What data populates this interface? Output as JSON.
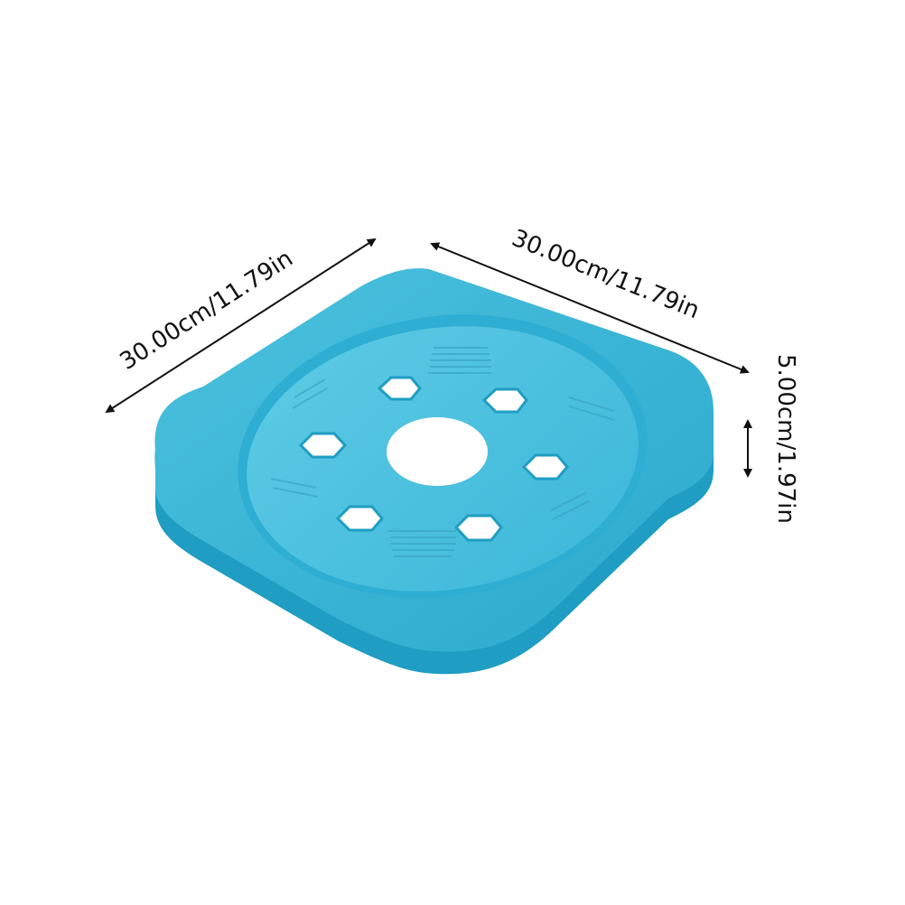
{
  "dimensions": {
    "left_width": "30.00cm/11.79in",
    "right_depth": "30.00cm/11.79in",
    "height": "5.00cm/1.97in"
  },
  "product": {
    "color": "#2fb5d6",
    "color_dark": "#1d9cc0",
    "color_light": "#5cc8e3",
    "hole_count": 6,
    "hole_shape": "hexagon",
    "center_hole": "circle"
  },
  "arrow_color": "#111111"
}
